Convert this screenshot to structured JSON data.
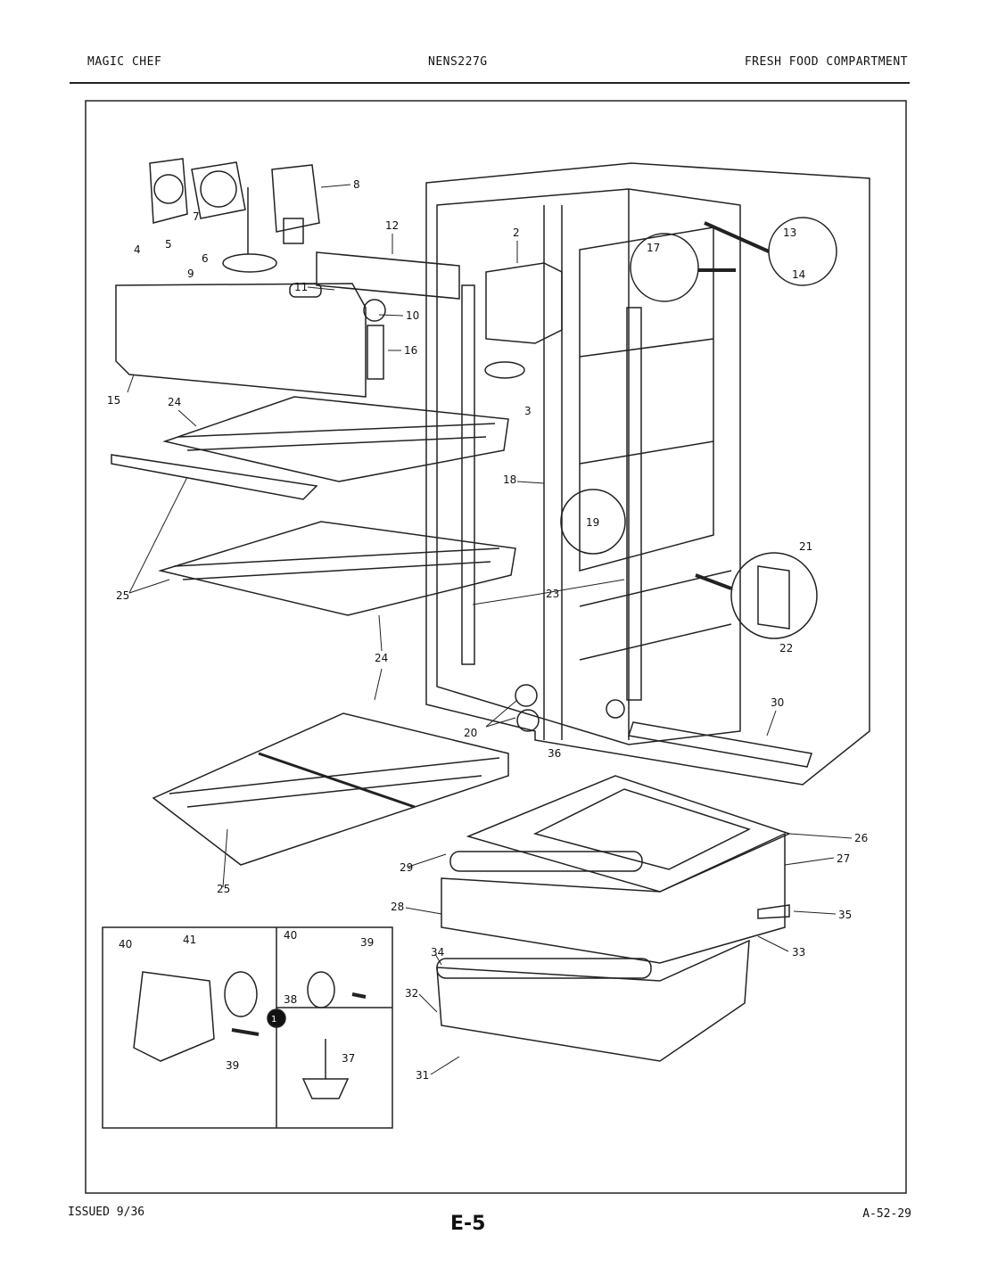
{
  "header": {
    "brand": "MAGIC CHEF",
    "model": "NENS227G",
    "section": "FRESH FOOD COMPARTMENT"
  },
  "footer": {
    "issued": "ISSUED 9/36",
    "page": "E-5",
    "ref": "A-52-29"
  },
  "callouts": [
    "1",
    "2",
    "3",
    "4",
    "5",
    "6",
    "7",
    "8",
    "9",
    "10",
    "11",
    "12",
    "13",
    "14",
    "15",
    "16",
    "17",
    "18",
    "19",
    "20",
    "21",
    "22",
    "23",
    "24",
    "25",
    "26",
    "27",
    "28",
    "29",
    "30",
    "31",
    "32",
    "33",
    "34",
    "35",
    "36",
    "37",
    "38",
    "39",
    "40",
    "41"
  ]
}
